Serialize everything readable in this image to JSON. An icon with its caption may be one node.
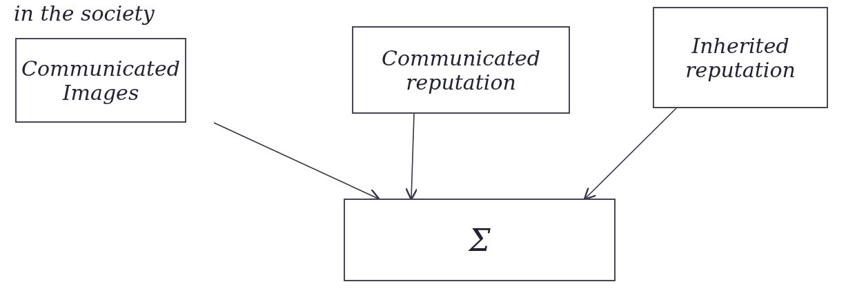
{
  "diagram": {
    "nodes": [
      {
        "text": [
          "Communicated Images"
        ]
      },
      {
        "text": [
          "Communicated reputation"
        ]
      },
      {
        "text": [
          "Inherited reputation"
        ]
      },
      {
        "text": [
          "Σ"
        ]
      }
    ],
    "edges": [
      {
        "from": 0,
        "to": 3,
        "arrow": "to"
      },
      {
        "from": 1,
        "to": 3,
        "arrow": "to"
      },
      {
        "from": 2,
        "to": 3,
        "arrow": "to"
      }
    ],
    "labels": [
      "in the society"
    ]
  }
}
